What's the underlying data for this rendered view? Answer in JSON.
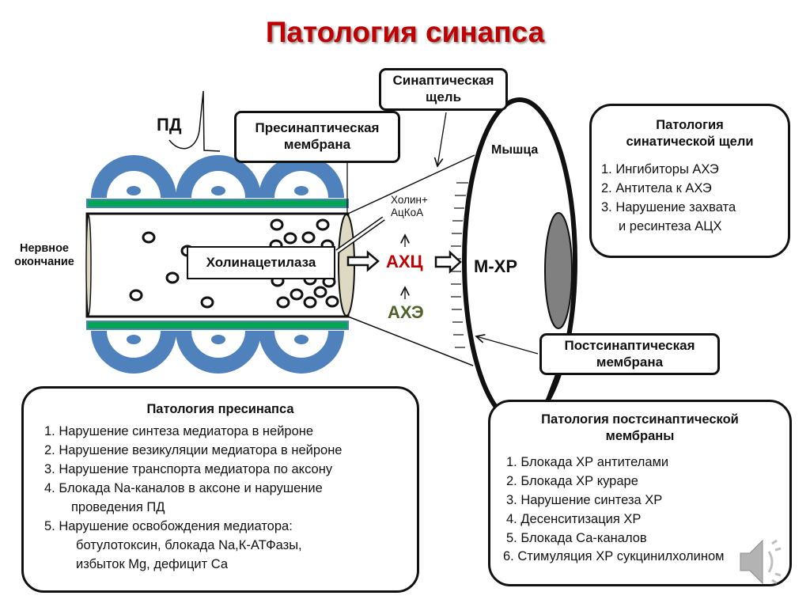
{
  "title": "Патология синапса",
  "diagram": {
    "action_potential_label": "ПД",
    "nerve_ending_label": [
      "Нервное",
      "окончание"
    ],
    "presynaptic_membrane_label": [
      "Пресинаптическая",
      "мембрана"
    ],
    "synaptic_cleft_label": [
      "Синаптическая",
      "щель"
    ],
    "choline_acetylase_label": "Холинацетилаза",
    "choline_acoa_label": [
      "Холин+",
      "АцКоА"
    ],
    "ach_label": "АХЦ",
    "ache_label": "АХЭ",
    "muscle_label": "Мышца",
    "m_receptor_label": "М-ХР",
    "postsynaptic_membrane_label": [
      "Постсинаптическая",
      "мембрана"
    ],
    "colors": {
      "title": "#c00000",
      "ach": "#c00000",
      "ache": "#4f6228",
      "myelin": "#4f81bd",
      "membrane_band": "#00a651",
      "membrane_end": "#ddd9c3",
      "receptor": "#808080"
    }
  },
  "panels": {
    "cleft": {
      "title": [
        "Патология",
        "синатической щели"
      ],
      "items": [
        "1. Ингибиторы АХЭ",
        "2. Антитела к АХЭ",
        "3. Нарушение захвата",
        "и ресинтеза АЦХ"
      ]
    },
    "presynapse": {
      "title": "Патология пресинапса",
      "items": [
        "1. Нарушение синтеза медиатора в нейроне",
        "2. Нарушение везикуляции медиатора в нейроне",
        "3. Нарушение транспорта медиатора по аксону",
        "4. Блокада Na-каналов в аксоне и нарушение",
        "проведения ПД",
        "5. Нарушение освобождения медиатора:",
        "ботулотоксин, блокада Na,К-АТФазы,",
        "избыток Mg, дефицит Са"
      ]
    },
    "postsynapse": {
      "title": [
        "Патология постсинаптической",
        "мембраны"
      ],
      "items": [
        "1. Блокада ХР антителами",
        "2. Блокада ХР кураре",
        "3. Нарушение синтеза ХР",
        "4. Десенситизация ХР",
        "5. Блокада Са-каналов",
        "6. Стимуляция ХР сукцинилхолином"
      ]
    }
  },
  "audio_icon": "speaker-icon"
}
